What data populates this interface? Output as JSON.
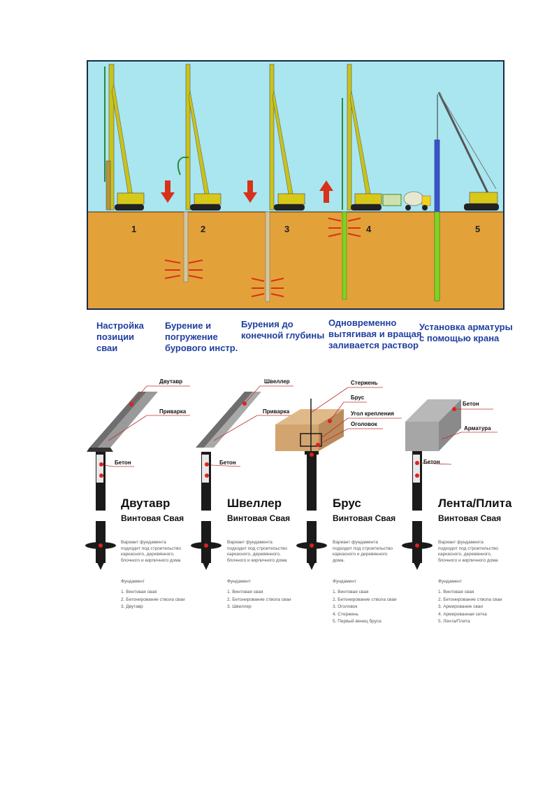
{
  "colors": {
    "sky": "#a9e6f0",
    "soil": "#e3a13a",
    "frame": "#1a2a4a",
    "caption": "#1f3fa0",
    "rig_yellow": "#c9c21a",
    "arrow_red": "#d9301a",
    "concrete_green": "#7ed321",
    "rebar_blue": "#3a55c8"
  },
  "steps": [
    {
      "number": "1",
      "caption": "Настройка\nпозиции\nсваи"
    },
    {
      "number": "2",
      "caption": "Бурение и\nпогружение\nбурового инстр."
    },
    {
      "number": "3",
      "caption": "Бурения до\nконечной глубины"
    },
    {
      "number": "4",
      "caption": "Одновременно\nвытягивая и вращая\nзаливается раствор"
    },
    {
      "number": "5",
      "caption": "Установка арматуры\nс помощью крана"
    }
  ],
  "piles": [
    {
      "title": "Двутавр",
      "subtitle": "Винтовая Свая",
      "callouts": [
        "Двутавр",
        "Приварка",
        "Бетон"
      ],
      "description": "Вариант фундамента\nподходит под строительство\nкаркасного, деревянного,\nблочного и кирпичного дома",
      "list_title": "Фундамент",
      "list": [
        "1. Винтовая свая",
        "2. Бетонирование ствола сваи",
        "3. Двутавр"
      ]
    },
    {
      "title": "Швеллер",
      "subtitle": "Винтовая Свая",
      "callouts": [
        "Швеллер",
        "Приварка",
        "Бетон"
      ],
      "description": "Вариант фундамента\nподходит под строительство\nкаркасного, деревянного,\nблочного и кирпичного дома",
      "list_title": "Фундамент",
      "list": [
        "1. Винтовая свая",
        "2. Бетонирование ствола сваи",
        "3. Швеллер"
      ]
    },
    {
      "title": "Брус",
      "subtitle": "Винтовая Свая",
      "callouts": [
        "Стержень",
        "Брус",
        "Угол крепления",
        "Оголовок"
      ],
      "description": "Вариант фундамента\nподходит под строительство\nкаркасного и деревянного\nдома.",
      "list_title": "Фундамент",
      "list": [
        "1. Винтовая свая",
        "2. Бетонирование ствола сваи",
        "3. Оголовок",
        "4. Стержень",
        "5. Первый венец бруса"
      ]
    },
    {
      "title": "Лента/Плита",
      "subtitle": "Винтовая Свая",
      "callouts": [
        "Бетон",
        "Арматура",
        "Бетон"
      ],
      "description": "Вариант фундамента\nподходит под строительство\nкаркасного, деревянного,\nблочного и кирпичного дома",
      "list_title": "Фундамент",
      "list": [
        "1. Винтовая свая",
        "2. Бетонирование ствола сваи",
        "3. Армирование сваи",
        "4. Армированная сетка",
        "5. Лента/Плита"
      ]
    }
  ]
}
